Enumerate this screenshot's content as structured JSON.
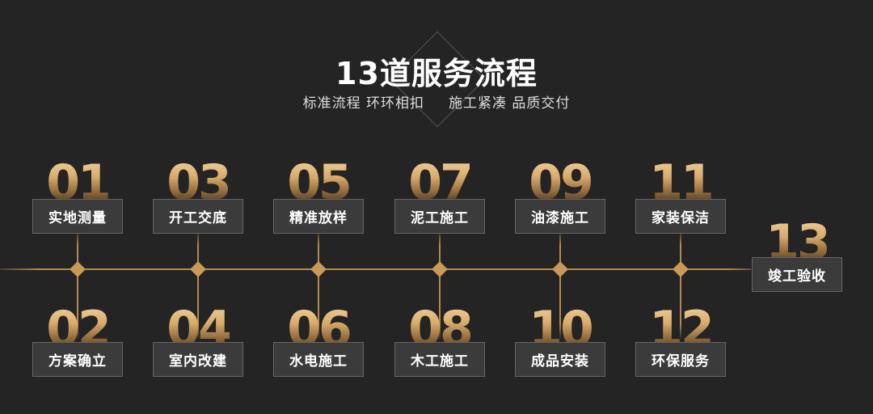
{
  "header": {
    "title": "13道服务流程",
    "subtitle_left": "标准流程 环环相扣",
    "subtitle_right": "施工紧凑 品质交付"
  },
  "colors": {
    "background": "#242424",
    "timeline_gold": "#b5894b",
    "node_gold": "#c9995a",
    "number_gradient_top": "#f2d09c",
    "number_gradient_bottom": "#5e4528",
    "box_background": "#3b3b3b",
    "box_border": "#656565",
    "text": "#ffffff"
  },
  "steps": [
    {
      "num": "01",
      "label": "实地测量"
    },
    {
      "num": "02",
      "label": "方案确立"
    },
    {
      "num": "03",
      "label": "开工交底"
    },
    {
      "num": "04",
      "label": "室内改建"
    },
    {
      "num": "05",
      "label": "精准放样"
    },
    {
      "num": "06",
      "label": "水电施工"
    },
    {
      "num": "07",
      "label": "泥工施工"
    },
    {
      "num": "08",
      "label": "木工施工"
    },
    {
      "num": "09",
      "label": "油漆施工"
    },
    {
      "num": "10",
      "label": "成品安装"
    },
    {
      "num": "11",
      "label": "家装保洁"
    },
    {
      "num": "12",
      "label": "环保服务"
    },
    {
      "num": "13",
      "label": "竣工验收"
    }
  ]
}
